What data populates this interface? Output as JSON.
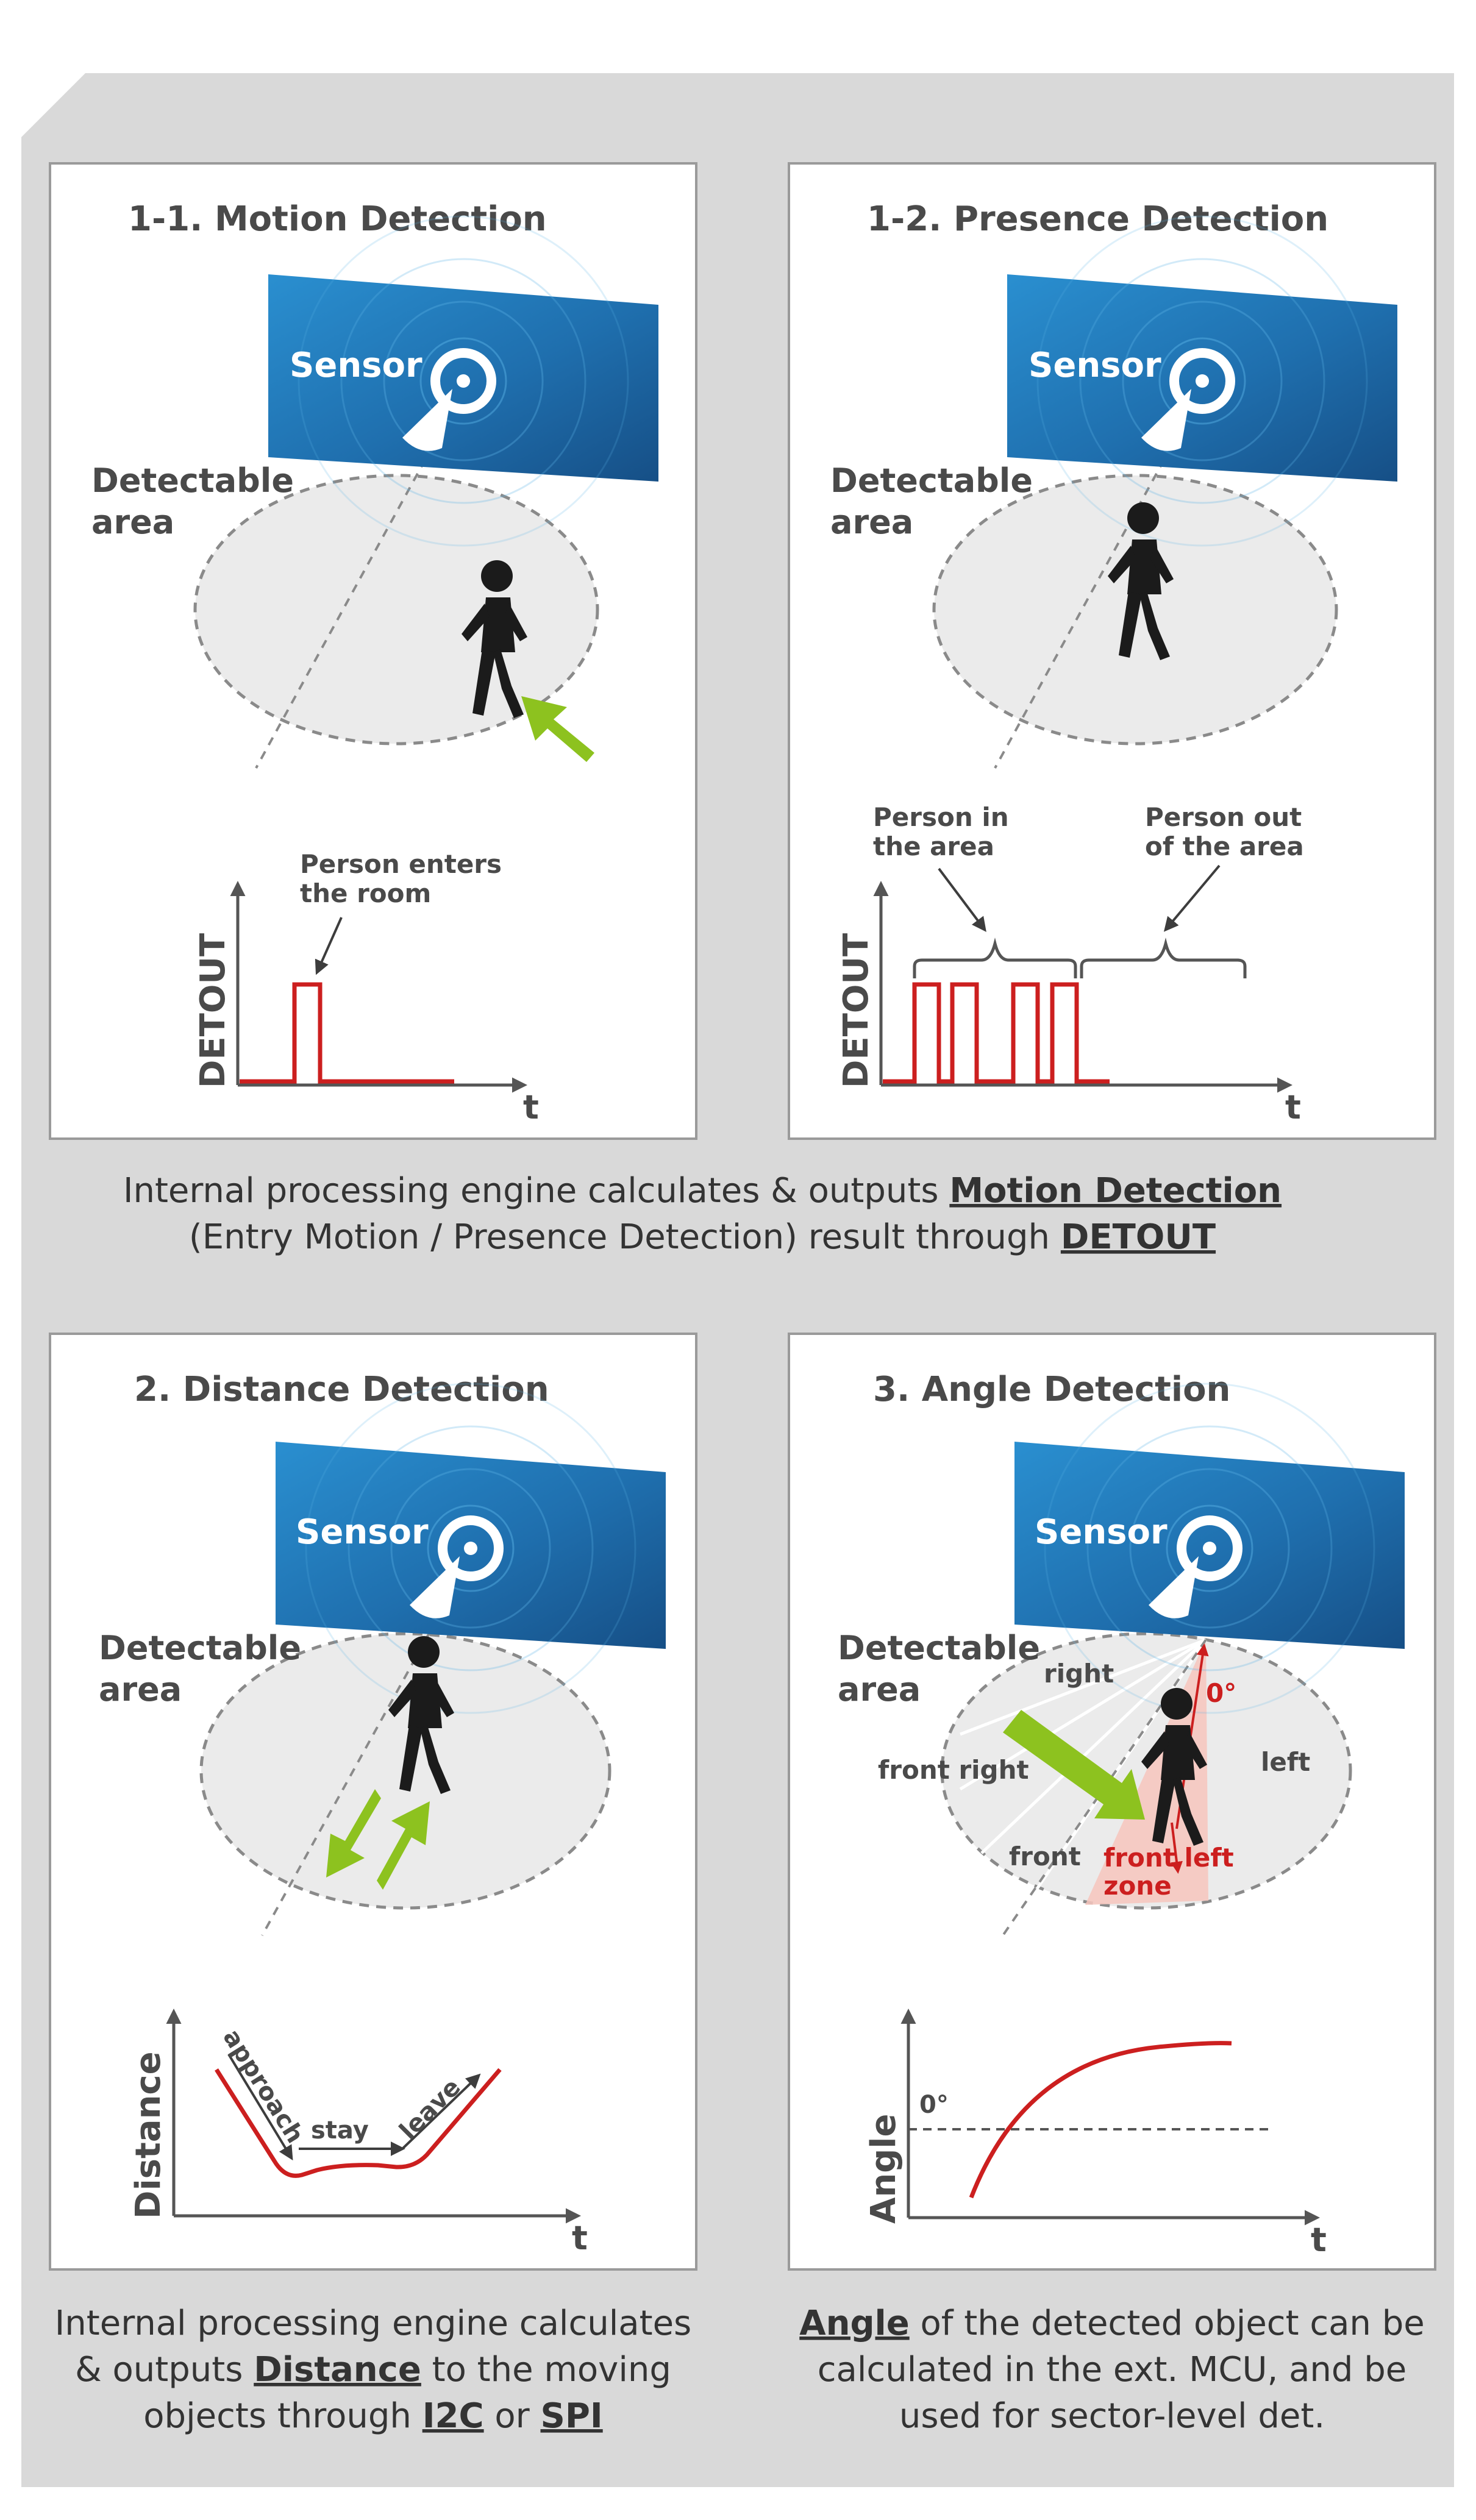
{
  "panels": {
    "motion": {
      "title": "1-1. Motion Detection",
      "sensor_label": "Sensor",
      "area_label_1": "Detectable",
      "area_label_2": "area",
      "annotation_1": "Person enters",
      "annotation_2": "the room",
      "y_axis": "DETOUT",
      "x_axis": "t"
    },
    "presence": {
      "title": "1-2. Presence Detection",
      "sensor_label": "Sensor",
      "area_label_1": "Detectable",
      "area_label_2": "area",
      "in_label_1": "Person in",
      "in_label_2": "the area",
      "out_label_1": "Person out",
      "out_label_2": "of the area",
      "y_axis": "DETOUT",
      "x_axis": "t"
    },
    "distance": {
      "title": "2. Distance Detection",
      "sensor_label": "Sensor",
      "area_label_1": "Detectable",
      "area_label_2": "area",
      "approach": "approach",
      "stay": "stay",
      "leave": "leave",
      "y_axis": "Distance",
      "x_axis": "t"
    },
    "angle": {
      "title": "3. Angle Detection",
      "sensor_label": "Sensor",
      "area_label_1": "Detectable",
      "area_label_2": "area",
      "zone_right": "right",
      "zone_front_right": "front right",
      "zone_front": "front",
      "zone_left": "left",
      "zone_front_left_1": "front left",
      "zone_front_left_2": "zone",
      "zero_mark": "0°",
      "graph_zero": "0°",
      "y_axis": "Angle",
      "x_axis": "t"
    }
  },
  "captions": {
    "top_line1_pre": "Internal processing engine calculates & outputs ",
    "top_line1_bold": "Motion Detection",
    "top_line2_pre": "(Entry Motion / Presence Detection) result through ",
    "top_line2_bold": "DETOUT",
    "dist_line1": "Internal processing engine calculates",
    "dist_line2_pre": "& outputs ",
    "dist_line2_bold": "Distance",
    "dist_line2_post": " to the moving",
    "dist_line3_pre": "objects through ",
    "dist_line3_bold1": "I2C",
    "dist_line3_mid": " or ",
    "dist_line3_bold2": "SPI",
    "angle_line1_bold": "Angle",
    "angle_line1_post": " of the detected object can be",
    "angle_line2": "calculated in the ext. MCU, and be",
    "angle_line3": "used for sector-level det."
  },
  "colors": {
    "frame_gray": "#d9d9d9",
    "panel_border": "#9a9a9a",
    "signal_red": "#cc1f1f",
    "arrow_green": "#8dc21f",
    "sensor_blue": "#1f6fae",
    "zone_pink": "#f7c6bd",
    "text_dark": "#4a4a4a"
  }
}
